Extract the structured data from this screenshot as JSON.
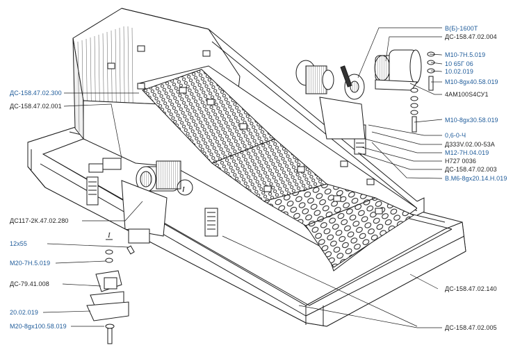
{
  "callouts": {
    "right": [
      {
        "id": "r1",
        "text": "В(Б)-1600Т",
        "link": true
      },
      {
        "id": "r2",
        "text": "ДС-158.47.02.004",
        "link": false
      },
      {
        "id": "r3",
        "text": "М10-7Н.5.019",
        "link": true
      },
      {
        "id": "r4",
        "text": "10 65Г 06",
        "link": true
      },
      {
        "id": "r5",
        "text": "10.02.019",
        "link": true
      },
      {
        "id": "r6",
        "text": "М10-8gx40.58.019",
        "link": true
      },
      {
        "id": "r7",
        "text": "4АМ100S4СУ1",
        "link": false
      },
      {
        "id": "r8",
        "text": "М10-8gx30.58.019",
        "link": true
      },
      {
        "id": "r9",
        "text": "0,6-0-Ч",
        "link": true
      },
      {
        "id": "r10",
        "text": "Д333V.02.00-53А",
        "link": false
      },
      {
        "id": "r11",
        "text": "М12-7Н.04.019",
        "link": true
      },
      {
        "id": "r12",
        "text": "Н727 0036",
        "link": false
      },
      {
        "id": "r13",
        "text": "ДС-158.47.02.003",
        "link": false
      },
      {
        "id": "r14",
        "text": "В.М6-8gx20.14.Н.019",
        "link": true
      },
      {
        "id": "r15",
        "text": "ДС-158.47.02.140",
        "link": false
      },
      {
        "id": "r16",
        "text": "ДС-158.47.02.005",
        "link": false
      }
    ],
    "left": [
      {
        "id": "l1",
        "text": "ДС-158.47.02.300",
        "link": true
      },
      {
        "id": "l2",
        "text": "ДС-158.47.02.001",
        "link": false
      },
      {
        "id": "l3",
        "text": "ДС117-2К.47.02.280",
        "link": false
      },
      {
        "id": "l4",
        "text": "12х55",
        "link": true
      },
      {
        "id": "l5",
        "text": "М20-7Н.5.019",
        "link": true
      },
      {
        "id": "l6",
        "text": "ДС-79.41.008",
        "link": false
      },
      {
        "id": "l7",
        "text": "20.02.019",
        "link": true
      },
      {
        "id": "l8",
        "text": "М20-8gx100.58.019",
        "link": true
      }
    ]
  },
  "view_marks": {
    "main": "I",
    "detail": "I"
  },
  "colors": {
    "link": "#1d5a99",
    "text": "#222222",
    "line": "#1a1a1a"
  }
}
